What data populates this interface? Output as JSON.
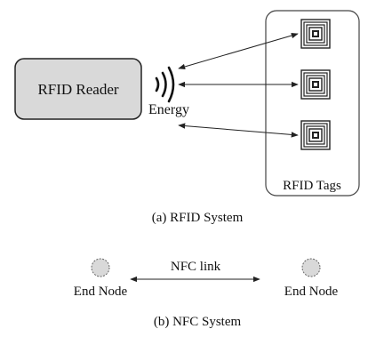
{
  "part_a": {
    "reader_label": "RFID Reader",
    "energy_label": "Energy",
    "tags_label": "RFID Tags",
    "caption": "(a) RFID System"
  },
  "part_b": {
    "left_node_label": "End Node",
    "right_node_label": "End Node",
    "link_label": "NFC link",
    "caption": "(b) NFC System"
  },
  "colors": {
    "reader_fill": "#d9d9d9",
    "node_fill": "#d9d9d9",
    "stroke": "#222222"
  },
  "icons": [
    "radio-waves-icon",
    "rfid-tag-icon"
  ]
}
